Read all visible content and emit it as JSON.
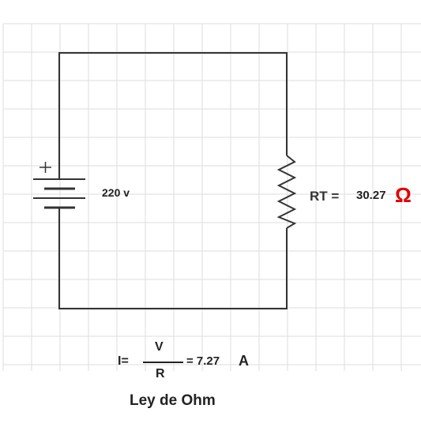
{
  "circuit": {
    "source_voltage_label": "220 v",
    "resistor_label": "RT =",
    "resistor_value": "30.27",
    "resistance_unit_symbol": "Ω"
  },
  "formula": {
    "lhs": "I=",
    "numerator": "V",
    "denominator": "R",
    "result": "= 7.27",
    "result_unit": "A",
    "law_name": "Ley de Ohm"
  },
  "colors": {
    "wire": "#333333",
    "grid": "#dddddd",
    "ohm_symbol": "#e00000"
  }
}
